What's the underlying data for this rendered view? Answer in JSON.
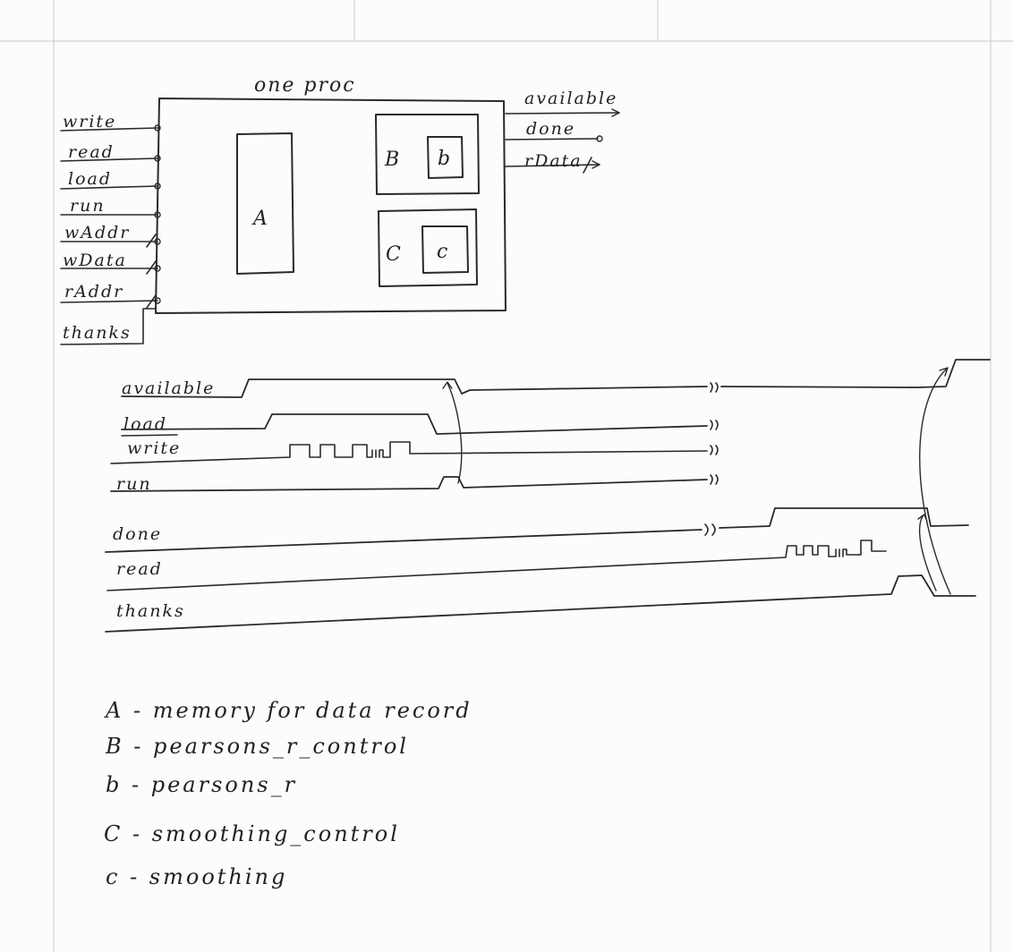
{
  "block": {
    "title": "one proc",
    "inputs": [
      "write",
      "read",
      "load",
      "run",
      "wAddr",
      "wData",
      "rAddr",
      "thanks"
    ],
    "outputs": [
      "available",
      "done",
      "rData"
    ],
    "modules": {
      "A": "A",
      "B": "B",
      "b": "b",
      "C": "C",
      "c": "c"
    }
  },
  "timing": {
    "signals": [
      "available",
      "load",
      "write",
      "run",
      "done",
      "read",
      "thanks"
    ]
  },
  "legend": [
    "A - memory for data record",
    "B - pearsons_r_control",
    "b - pearsons_r",
    "C - smoothing_control",
    "c - smoothing"
  ]
}
